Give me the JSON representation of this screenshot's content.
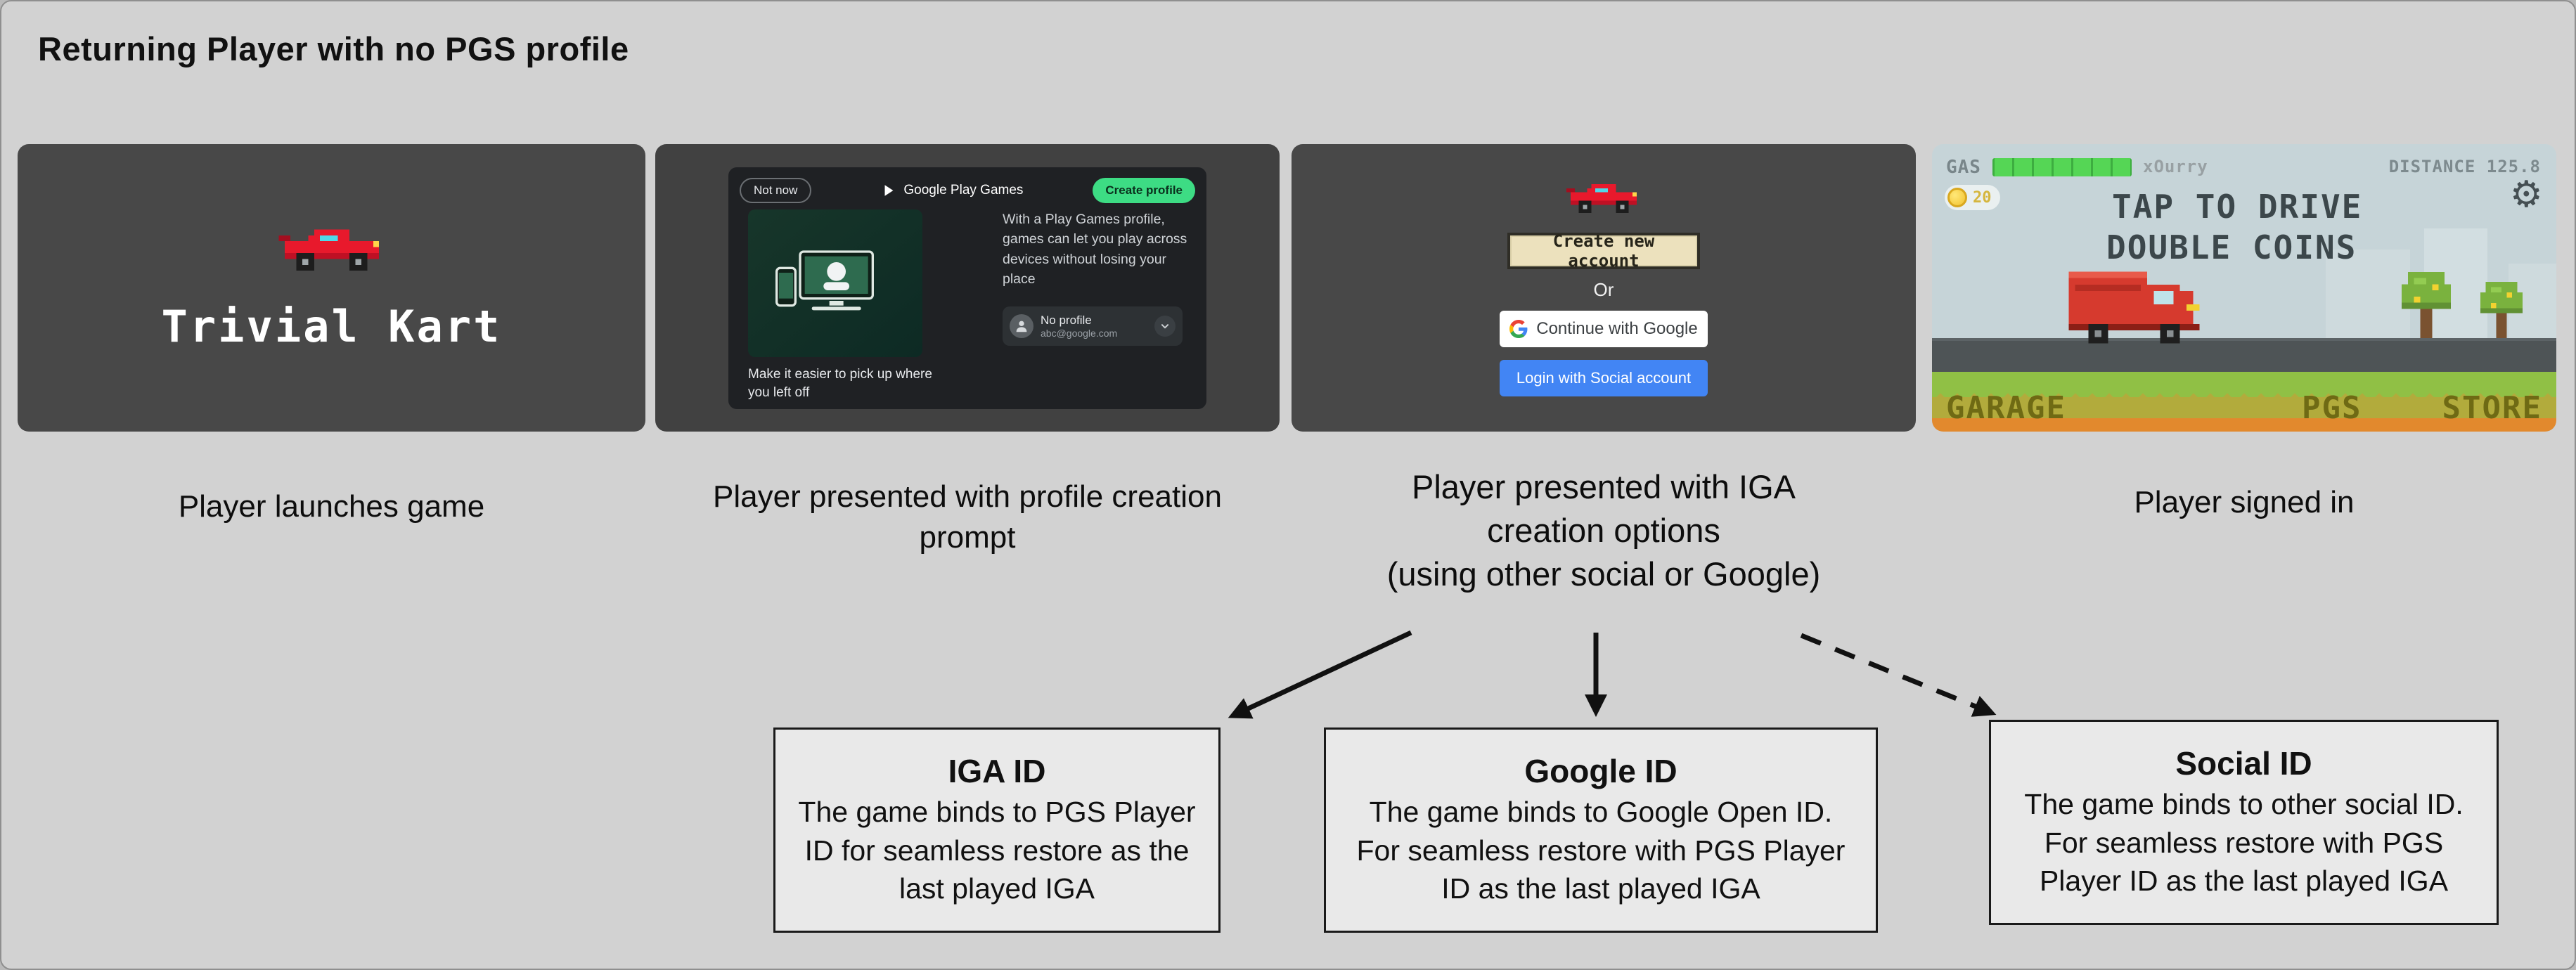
{
  "page": {
    "title": "Returning Player with no PGS profile"
  },
  "captions": [
    {
      "text": "Player launches game"
    },
    {
      "text": "Player presented with profile creation\nprompt"
    },
    {
      "text": "Player presented with IGA\ncreation options\n(using other social or Google)"
    },
    {
      "text": "Player signed in"
    }
  ],
  "panel1": {
    "logo_text": "Trivial Kart"
  },
  "panel2": {
    "not_now": "Not now",
    "app_name": "Google Play Games",
    "create_profile": "Create profile",
    "left_caption": "Make it easier to pick up where you left off",
    "description": "With a Play Games profile, games can let you play across devices without losing your place",
    "profile_name": "No profile",
    "profile_email": "abc@google.com"
  },
  "panel3": {
    "create_account": "Create new account",
    "divider": "Or",
    "google_button": "Continue with Google",
    "social_button": "Login with Social account"
  },
  "panel4": {
    "gas_label": "GAS",
    "player_name": "xOurry",
    "distance": "DISTANCE 125.8",
    "coin_count": "20",
    "tap_line1": "TAP TO DRIVE",
    "tap_line2": "DOUBLE COINS",
    "gear_icon": "⚙",
    "nav": {
      "garage": "GARAGE",
      "pgs": "PGS",
      "store": "STORE"
    }
  },
  "outcomes": [
    {
      "title": "IGA ID",
      "body": "The game binds to PGS Player ID for seamless restore as the last played IGA"
    },
    {
      "title": "Google ID",
      "body": "The game binds to Google Open ID. For seamless restore with PGS Player ID as the last played IGA"
    },
    {
      "title": "Social ID",
      "body": "The game binds to other social ID. For seamless restore with PGS Player ID as the last played IGA"
    }
  ],
  "colors": {
    "page_bg": "#d2d2d2",
    "panel_bg": "#484848",
    "play_green": "#3ddc84",
    "google_blue": "#4285f4",
    "sky": "#c6d4d8",
    "grass_green": "#90c045",
    "dirt_orange": "#e2892d",
    "hud_olive": "#b2ab3c",
    "kart_red": "#e8192c"
  }
}
